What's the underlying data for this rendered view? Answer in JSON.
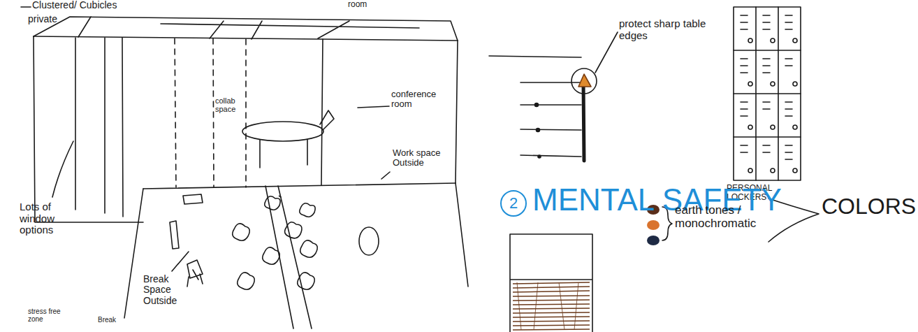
{
  "diagram": {
    "nodes": [
      {
        "text": [
          "2"
        ]
      }
    ],
    "labels": [
      "Clustered/ Cubicles",
      "private",
      "room",
      "collab space",
      "conference room",
      "Lots of window options",
      "Work space Outside",
      "Break Space Outside",
      "stress free zone",
      "Break",
      "protect sharp table edges",
      "PERSONAL LOCKERS",
      "MENTAL SAFETY",
      "earth tones / monochromatic",
      "COLORS"
    ]
  }
}
